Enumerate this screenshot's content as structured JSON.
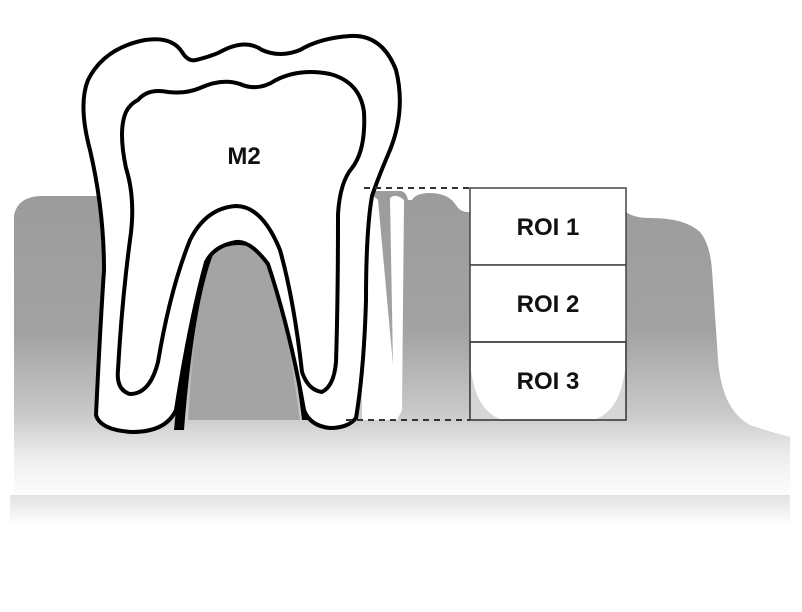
{
  "tooth": {
    "label": "M2"
  },
  "roi_boxes": [
    {
      "label": "ROI 1"
    },
    {
      "label": "ROI 2"
    },
    {
      "label": "ROI 3"
    }
  ],
  "colors": {
    "bone_gray": "#9e9e9e",
    "bone_fade": "#ffffff",
    "outline": "#000000",
    "tooth_fill": "#ffffff",
    "dashed_line": "#333333"
  }
}
